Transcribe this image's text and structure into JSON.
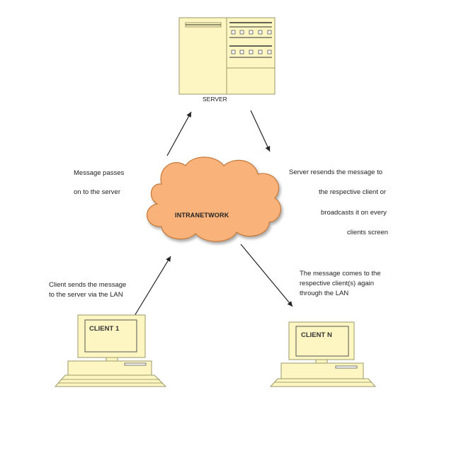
{
  "server": {
    "label": "SERVER"
  },
  "network": {
    "label": "INTRANETWORK",
    "fill": "#f8b27a",
    "stroke": "#c47a3c"
  },
  "client_left": {
    "label": "CLIENT 1"
  },
  "client_right": {
    "label": "CLIENT N"
  },
  "device_colors": {
    "fill": "#fdf6c3",
    "stroke": "#9a9a6a"
  },
  "texts": {
    "message_passes_line1": "Message passes",
    "message_passes_line2": "on to the server",
    "server_resends_line1": "Server resends the message to",
    "server_resends_line2": "the respective client or",
    "server_resends_line3": "broadcasts it on every",
    "server_resends_line4": "clients screen",
    "client_sends_line1": "Client sends the message",
    "client_sends_line2": "to the server via the LAN",
    "message_comes_line1": "The message comes to the",
    "message_comes_line2": "respective client(s) again",
    "message_comes_line3": "through the LAN"
  }
}
